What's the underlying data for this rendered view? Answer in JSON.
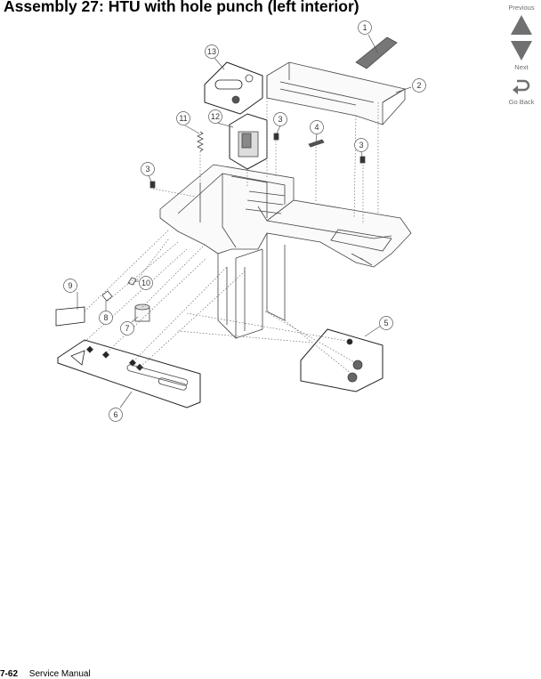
{
  "page": {
    "title": "Assembly 27:  HTU with hole punch (left interior)"
  },
  "nav": {
    "previous_label": "Previous",
    "next_label": "Next",
    "go_back_label": "Go Back",
    "color": "#6e6e6e"
  },
  "diagram": {
    "callouts": [
      "1",
      "2",
      "3",
      "4",
      "3",
      "3",
      "5",
      "6",
      "7",
      "8",
      "9",
      "10",
      "11",
      "12",
      "13"
    ]
  },
  "footer": {
    "page_number": "7-62",
    "manual_label": "Service Manual"
  }
}
